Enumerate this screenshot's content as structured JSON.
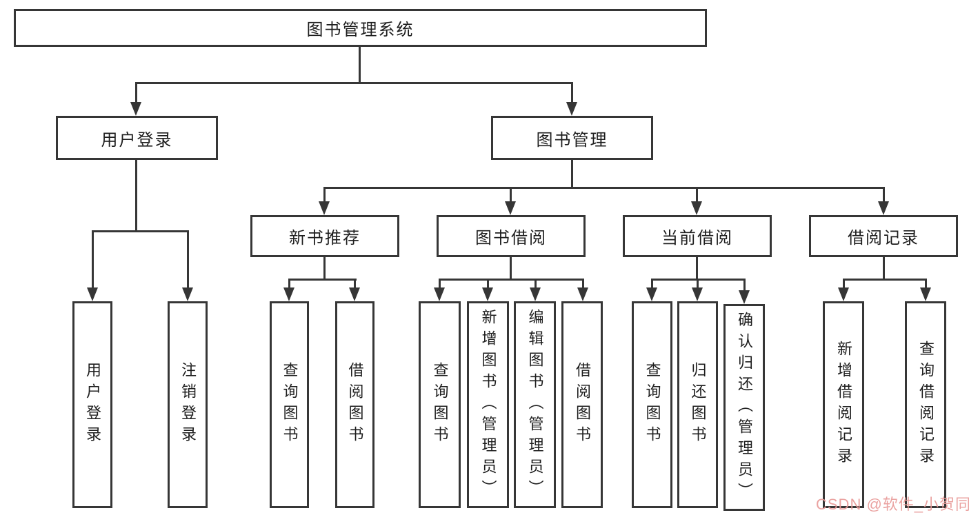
{
  "title": "图书管理系统",
  "watermark": {
    "text": "CSDN @软件_小贺同学"
  },
  "colors": {
    "line": "#363636",
    "text": "#1e1e1e",
    "box_background": "#ffffff",
    "page_background": "#ffffff",
    "watermark": "#e99b99"
  },
  "tree": {
    "label": "图书管理系统",
    "children": [
      {
        "label": "用户登录",
        "children": [
          {
            "label": "用户登录"
          },
          {
            "label": "注销登录"
          }
        ]
      },
      {
        "label": "图书管理",
        "children": [
          {
            "label": "新书推荐",
            "children": [
              {
                "label": "查询图书"
              },
              {
                "label": "借阅图书"
              }
            ]
          },
          {
            "label": "图书借阅",
            "children": [
              {
                "label": "查询图书"
              },
              {
                "label": "新增图书（管理员）"
              },
              {
                "label": "编辑图书（管理员）"
              },
              {
                "label": "借阅图书"
              }
            ]
          },
          {
            "label": "当前借阅",
            "children": [
              {
                "label": "查询图书"
              },
              {
                "label": "归还图书"
              },
              {
                "label": "确认归还（管理员）"
              }
            ]
          },
          {
            "label": "借阅记录",
            "children": [
              {
                "label": "新增借阅记录"
              },
              {
                "label": "查询借阅记录"
              }
            ]
          }
        ]
      }
    ]
  }
}
